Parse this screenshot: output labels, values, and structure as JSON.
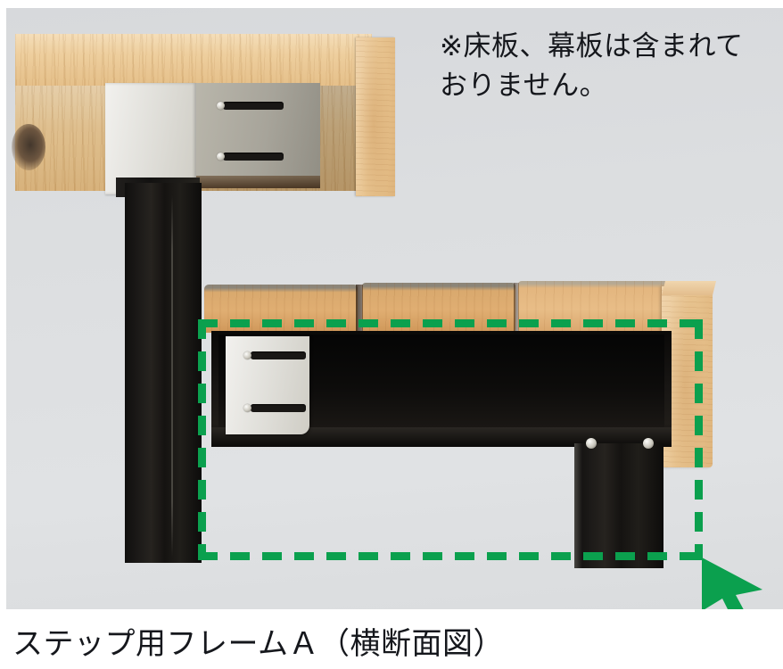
{
  "figure": {
    "note_text": "※床板、幕板は含まれて\nおりません。",
    "caption": "ステップ用フレームＡ（横断面図）",
    "highlight_color": "#0ba04e",
    "arrow_color": "#0ba04e",
    "text_color": "#15171c",
    "photo_background": "#dcdee0"
  },
  "photo": {
    "alt_description": "木製梁と黒い金属フレームのステップ構造の横断面写真",
    "parts": [
      {
        "name": "top-beam",
        "label": "上部木製梁"
      },
      {
        "name": "top-end-post",
        "label": "木口（端部）"
      },
      {
        "name": "steel-bracket-top",
        "label": "上部ステンレス金具"
      },
      {
        "name": "black-post",
        "label": "黒色支柱"
      },
      {
        "name": "step-slats",
        "label": "ステップ板"
      },
      {
        "name": "steel-bracket-step",
        "label": "ステップ用ステンレス金具"
      },
      {
        "name": "step-rail",
        "label": "黒色ステップフレーム"
      },
      {
        "name": "step-leg",
        "label": "ステップ脚"
      }
    ]
  }
}
